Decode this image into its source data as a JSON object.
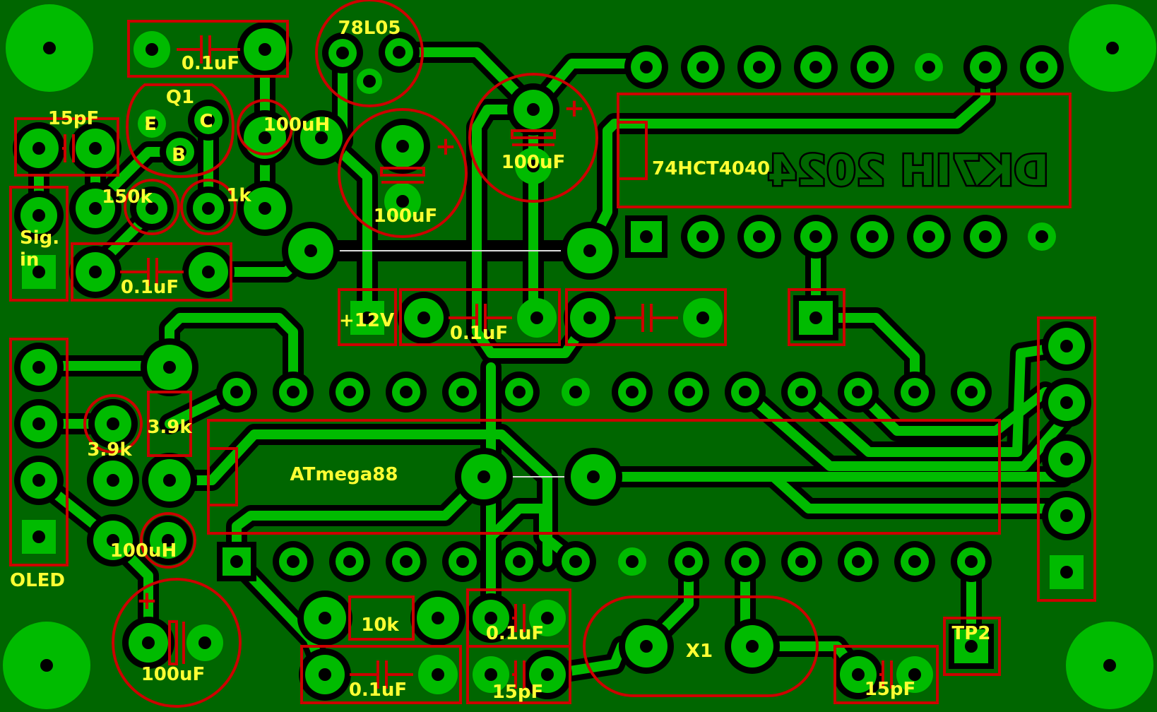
{
  "title": "",
  "board_mark": "DK7IH 2024",
  "colors": {
    "board": "#006600",
    "copper": "#00bb00",
    "clearance": "#000000",
    "outline": "#cc0000",
    "silk": "#ffff33"
  },
  "components": {
    "ic_counter": "74HCT4040",
    "ic_mcu": "ATmega88",
    "regulator": "78L05",
    "transistor": "Q1",
    "transistor_pins": [
      "E",
      "C",
      "B"
    ],
    "crystal": "X1",
    "test_point": "TP2"
  },
  "labels": {
    "cap_top": "0.1uF",
    "cap_15pf_left": "15pF",
    "ind_100uh_top": "100uH",
    "elco_1": "100uF",
    "elco_2": "100uF",
    "res_150k": "150k",
    "res_1k": "1k",
    "sig_in_1": "Sig.",
    "sig_in_2": "in",
    "cap_sig": "0.1uF",
    "power": "+12V",
    "cap_mid": "0.1uF",
    "res_39k_a": "3.9k",
    "res_39k_b": "3.9k",
    "ind_100uh_bottom": "100uH",
    "oled": "OLED",
    "elco_3": "100uF",
    "res_10k": "10k",
    "cap_bottom_1": "0.1uF",
    "cap_bottom_2": "0.1uF",
    "cap_15pf_b1": "15pF",
    "cap_15pf_b2": "15pF",
    "plus_1": "+",
    "plus_2": "+",
    "plus_3": "+"
  }
}
